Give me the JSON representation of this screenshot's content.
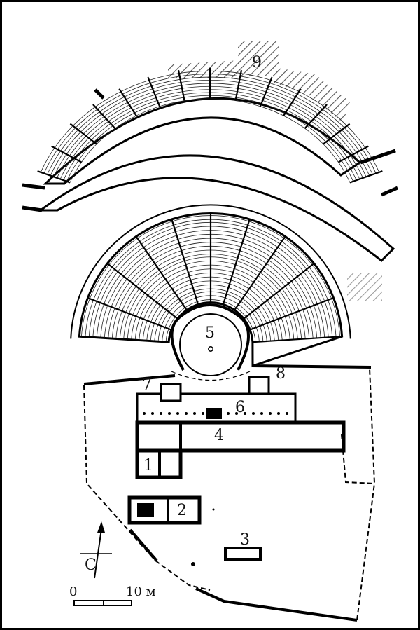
{
  "labels": {
    "l1": "1",
    "l2": "2",
    "l3": "3",
    "l4": "4",
    "l5": "5",
    "l6": "6",
    "l7": "7",
    "l8": "8",
    "l9": "9"
  },
  "compass": {
    "letter": "С"
  },
  "scale": {
    "zero": "0",
    "end": "10 м"
  }
}
